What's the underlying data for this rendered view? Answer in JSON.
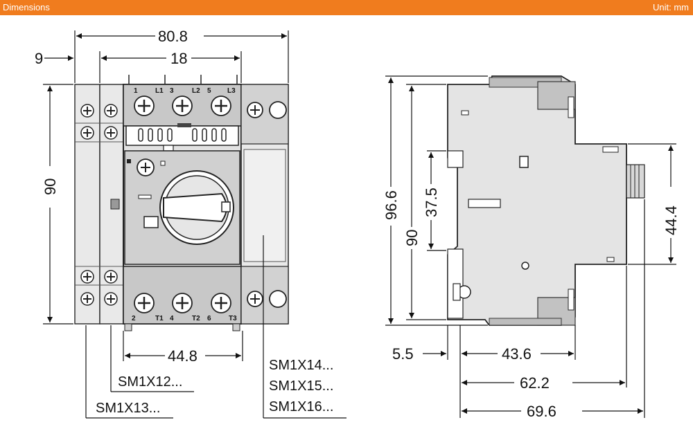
{
  "header": {
    "title": "Dimensions",
    "unit": "Unit: mm"
  },
  "front_view": {
    "dims": {
      "overall_width": "80.8",
      "aux_width": "9",
      "pitch": "18",
      "height": "90",
      "mount_spacing": "44.8"
    },
    "terminals_top": [
      "1",
      "L1",
      "3",
      "L2",
      "5",
      "L3"
    ],
    "terminals_bottom": [
      "2",
      "T1",
      "4",
      "T2",
      "6",
      "T3"
    ],
    "accessory_codes": {
      "left_inner": "SM1X12...",
      "left_outer": "SM1X13...",
      "right": [
        "SM1X14...",
        "SM1X15...",
        "SM1X16..."
      ]
    }
  },
  "side_view": {
    "dims": {
      "overall_height": "96.6",
      "din_height": "90",
      "rail_offset": "37.5",
      "front_height": "44.4",
      "offset": "5.5",
      "depth_front": "43.6",
      "depth_mid": "62.2",
      "depth_total": "69.6"
    }
  },
  "colors": {
    "header": "#f07c1e",
    "body_gray": "#dcdcdc",
    "dark_gray": "#b8b8b8",
    "outline": "#222222"
  }
}
